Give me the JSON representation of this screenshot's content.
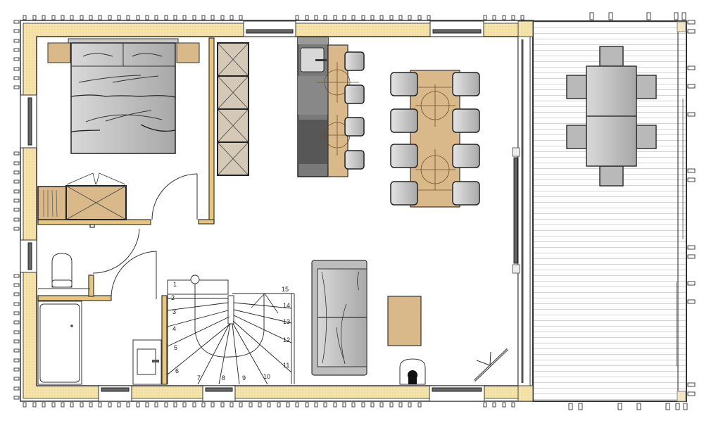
{
  "plan": {
    "type": "floor-plan",
    "colors": {
      "insulation": "#f3e2a8",
      "wall_line": "#333333",
      "wood": "#d9b88a",
      "wardrobe": "#d6cbb9",
      "furniture_gray": "#b8b8b8",
      "chair_gray": "#c8c8c8",
      "kitchen_dark": "#6e6e6e",
      "deck_line": "#cfcfcf"
    },
    "rooms": [
      {
        "name": "bedroom",
        "label": ""
      },
      {
        "name": "bathroom",
        "label": ""
      },
      {
        "name": "hall-stairs",
        "label": ""
      },
      {
        "name": "kitchen-dining",
        "label": ""
      },
      {
        "name": "living",
        "label": ""
      },
      {
        "name": "terrace",
        "label": ""
      }
    ],
    "stairs": {
      "steps": [
        "1",
        "2",
        "3",
        "4",
        "5",
        "6",
        "7",
        "8",
        "9",
        "10",
        "11",
        "12",
        "13",
        "14",
        "15"
      ]
    },
    "dining": {
      "chairs": 8
    },
    "bar": {
      "stools": 4
    },
    "terrace_table": {
      "chairs": 6
    }
  }
}
